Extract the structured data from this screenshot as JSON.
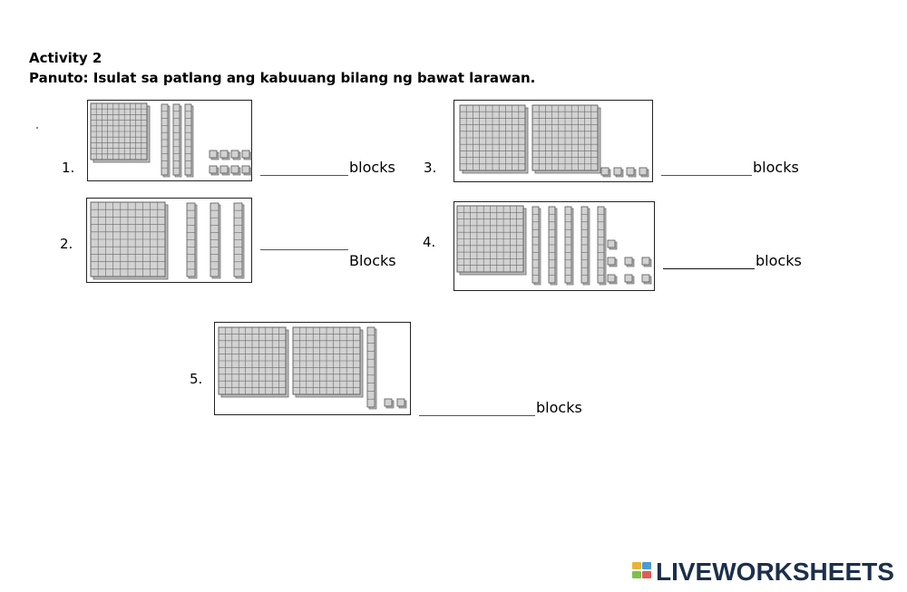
{
  "header": {
    "title": "Activity 2",
    "instructions": "Panuto: Isulat sa patlang ang kabuuang bilang ng bawat larawan."
  },
  "items": [
    {
      "number": "1.",
      "label": "blocks",
      "hundreds": 1,
      "tens": 3,
      "ones": 8
    },
    {
      "number": "2.",
      "label": "Blocks",
      "hundreds": 1,
      "tens": 3,
      "ones": 0
    },
    {
      "number": "3.",
      "label": "blocks",
      "hundreds": 2,
      "tens": 0,
      "ones": 4
    },
    {
      "number": "4.",
      "label": "blocks",
      "hundreds": 1,
      "tens": 5,
      "ones": 7
    },
    {
      "number": "5.",
      "label": "blocks",
      "hundreds": 2,
      "tens": 1,
      "ones": 2
    }
  ],
  "branding": {
    "logo_text": "LIVEWORKSHEETS",
    "colors": {
      "text": "#1c2f4c",
      "mark": [
        "#e8b33a",
        "#4a9ad8",
        "#7cc04a",
        "#e05a5a"
      ]
    }
  }
}
